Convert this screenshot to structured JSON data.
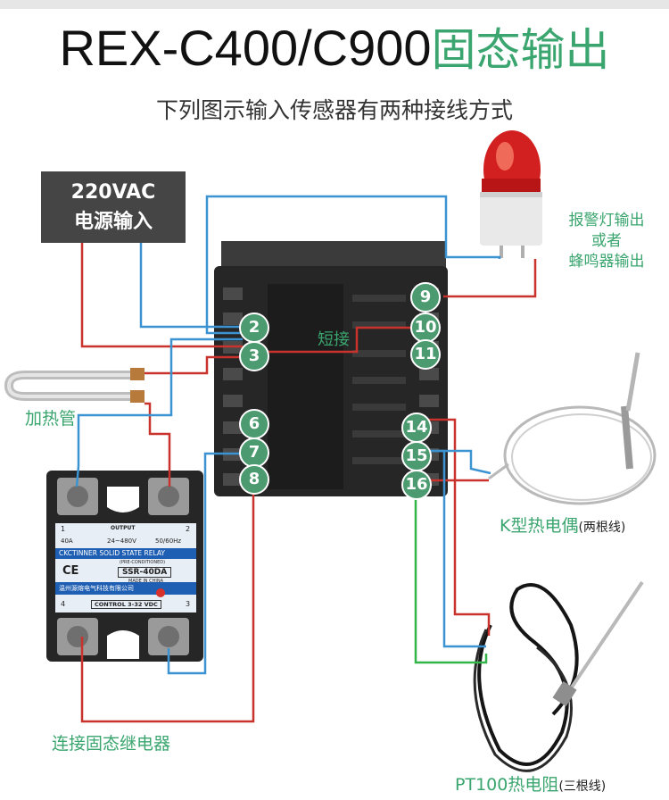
{
  "title": {
    "model": "REX-C400/C900",
    "suffix": "固态输出"
  },
  "subtitle": "下列图示输入传感器有两种接线方式",
  "power": {
    "line1": "220VAC",
    "line2": "电源输入"
  },
  "labels": {
    "short": "短接",
    "heater": "加热管",
    "ssr_connect": "连接固态继电器",
    "alarm_line1": "报警灯输出",
    "alarm_line2": "或者",
    "alarm_line3": "蜂鸣器输出",
    "thermocouple": "K型热电偶",
    "thermocouple_note": "(两根线)",
    "rtd": "PT100热电阻",
    "rtd_note": "(三根线)"
  },
  "terminals": [
    "2",
    "3",
    "6",
    "7",
    "8",
    "9",
    "10",
    "11",
    "14",
    "15",
    "16"
  ],
  "ssr": {
    "output": "OUTPUT",
    "pin1": "1",
    "pin2": "2",
    "current": "40A",
    "voltage": "24~480V",
    "freq": "50/60Hz",
    "brand": "CKCTINNER SOLID STATE RELAY",
    "preconditioned": "(PRE-CONDITIONED)",
    "ce": "CE",
    "model": "SSR-40DA",
    "made": "MADE IN CHINA",
    "maker": "温州源熔电气科技有限公司",
    "pin4": "4",
    "control": "CONTROL 3-32 VDC",
    "pin3": "3"
  },
  "colors": {
    "green": "#3aa56e",
    "red": "#c8332b",
    "blue": "#3c93d2",
    "wire_green": "#33b54a",
    "pin": "#4c9a6f"
  }
}
